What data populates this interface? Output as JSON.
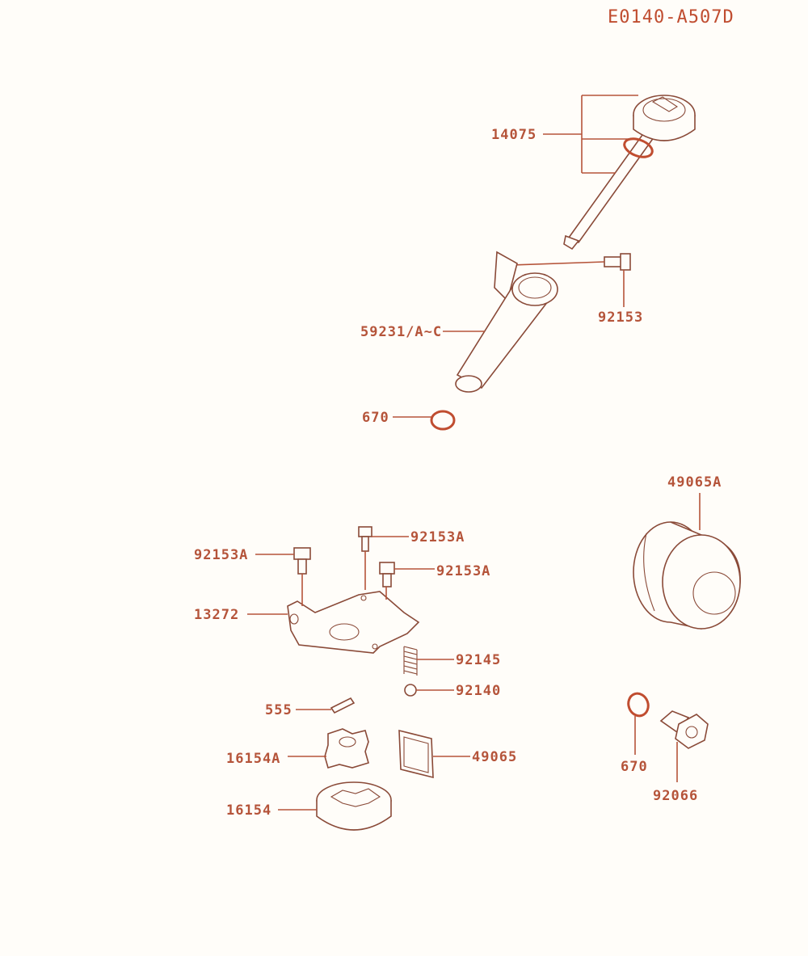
{
  "diagram_code": "E0140-A507D",
  "labels": {
    "p14075": "14075",
    "p92153": "92153",
    "p59231": "59231/A~C",
    "p670_top": "670",
    "p49065A": "49065A",
    "p92153A_1": "92153A",
    "p92153A_2": "92153A",
    "p92153A_3": "92153A",
    "p13272": "13272",
    "p92145": "92145",
    "p92140": "92140",
    "p555": "555",
    "p16154A": "16154A",
    "p49065": "49065",
    "p16154": "16154",
    "p670_right": "670",
    "p92066": "92066"
  },
  "colors": {
    "label": "#b5543a",
    "line": "#8a4a38",
    "ring": "#c04d30"
  }
}
